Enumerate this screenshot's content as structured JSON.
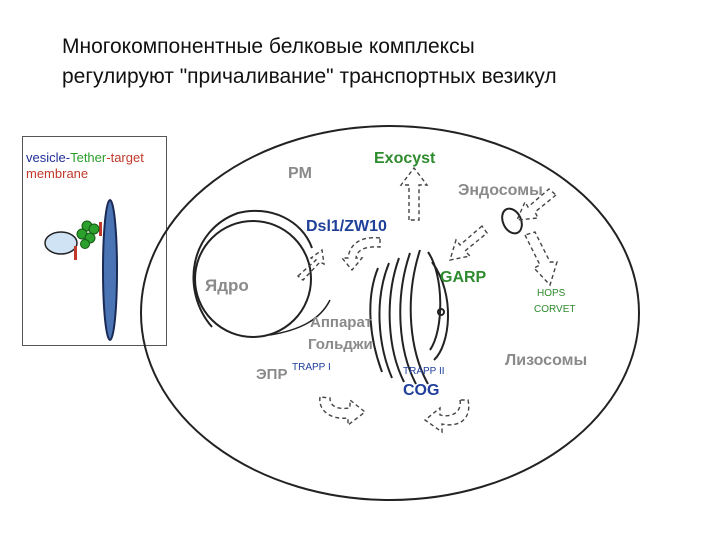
{
  "title": {
    "line1": "Многокомпонентные белковые комплексы",
    "line2": "регулируют \"причаливание\" транспортных везикул"
  },
  "inset": {
    "word_vesicle": "vesicle",
    "sep1": "-",
    "word_tether": "Tether",
    "sep2": "-",
    "word_target": "target",
    "line2": "membrane",
    "colors": {
      "vesicle": "#1f2f9a",
      "tether": "#2ca02c",
      "target": "#c0392b"
    }
  },
  "labels": {
    "pm": "PM",
    "exocyst": "Exocyst",
    "endosomes": "Эндосомы",
    "dsl1": "Dsl1/ZW10",
    "garp": "GARP",
    "nucleus": "Ядро",
    "golgi_line1": "Аппарат",
    "golgi_line2": "Гольджи",
    "er": "ЭПР",
    "trapp1": "TRAPP I",
    "trapp2": "TRAPP II",
    "cog": "COG",
    "hops": "HOPS",
    "corvet": "CORVET",
    "lysosomes": "Лизосомы"
  },
  "colors": {
    "green_label": "#2e8b2e",
    "blue_label": "#1f3f9a",
    "gray_label": "#8a8a8a",
    "vesicle_fill": "#cfe3f5",
    "membrane_blue": "#4a74b4"
  }
}
